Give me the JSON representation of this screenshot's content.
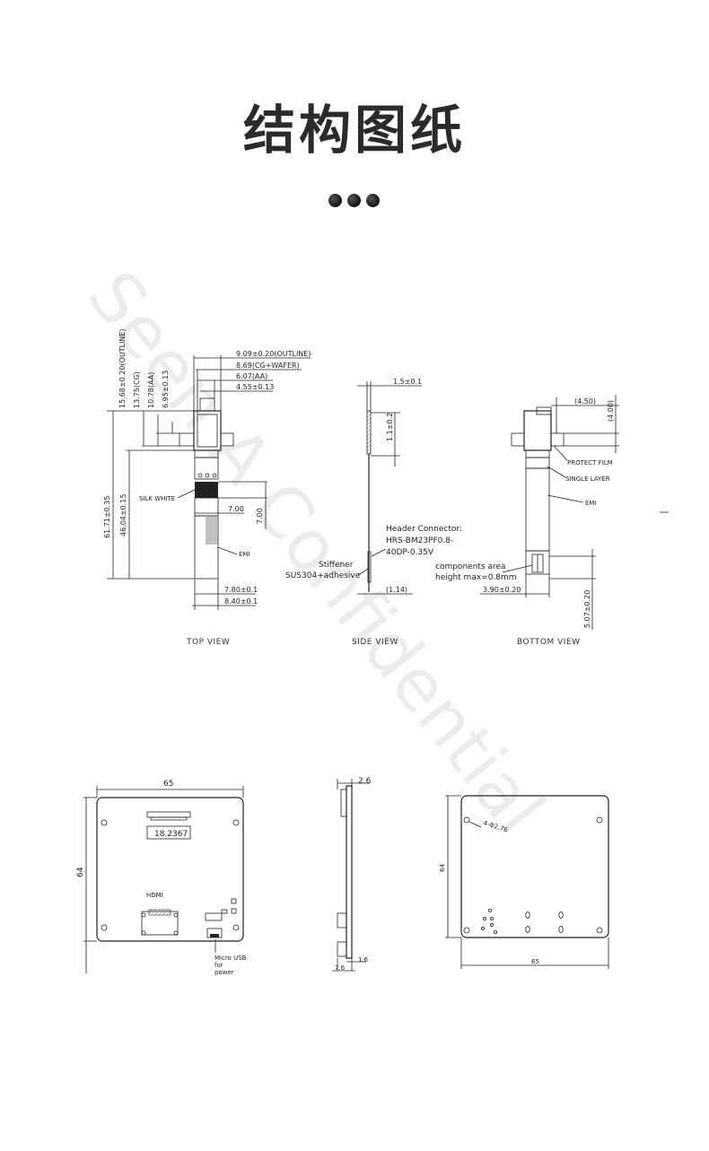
{
  "header": {
    "title": "结构图纸"
  },
  "watermark": "Seen A Confidential",
  "top_view": {
    "view_label": "TOP VIEW",
    "dims": {
      "outline_w": "9.09±0.20(OUTLINE)",
      "cg_wafer": "8.69(CG+WAFER)",
      "aa_w": "6.07(AA)",
      "w_455": "4.55±0.13",
      "outline_h": "15.68±0.20(OUTLINE)",
      "cg_h": "13.75(CG)",
      "aa_h": "10.78(AA)",
      "h_695": "6.95±0.13",
      "total_len": "61.71±0.35",
      "len_4604": "46.04±0.15",
      "sq_w": "7.00",
      "sq_h": "7.00",
      "bottom_780": "7.80±0.1",
      "bottom_840": "8.40±0.1"
    },
    "silk_white": "SILK WHITE",
    "emi": "EMI"
  },
  "side_view": {
    "view_label": "SIDE VIEW",
    "dims": {
      "thickness": "1.5±0.1",
      "height_11": "1.1±0.2",
      "d_114": "(1.14)"
    },
    "connector_line1": "Header Connector:",
    "connector_line2": "HRS-BM23PF0.8-",
    "connector_line3": "40DP-0.35V",
    "stiffener_line1": "Stiffener",
    "stiffener_line2": "SUS304+adhesive"
  },
  "bottom_view": {
    "view_label": "BOTTOM VIEW",
    "dims": {
      "d_450": "(4.50)",
      "d_400": "(4.00)",
      "d_390": "3.90±0.20",
      "d_507": "5.07±0.20"
    },
    "protect_film": "PROTECT FILM",
    "single_layer": "SINGLE LAYER",
    "emi": "EMI",
    "components_line1": "components area",
    "components_line2": "height max=0.8mm"
  },
  "board_front": {
    "width": "65",
    "height": "64",
    "part_number": "18.2367",
    "hdmi": "HDMI",
    "usb_line1": "Micro USB",
    "usb_line2": "for",
    "usb_line3": "power"
  },
  "board_side": {
    "thickness": "2.6",
    "d_16": "1.6",
    "d_76": "7.6"
  },
  "board_back": {
    "width": "65",
    "height": "64",
    "holes": "4-Φ2.76"
  }
}
